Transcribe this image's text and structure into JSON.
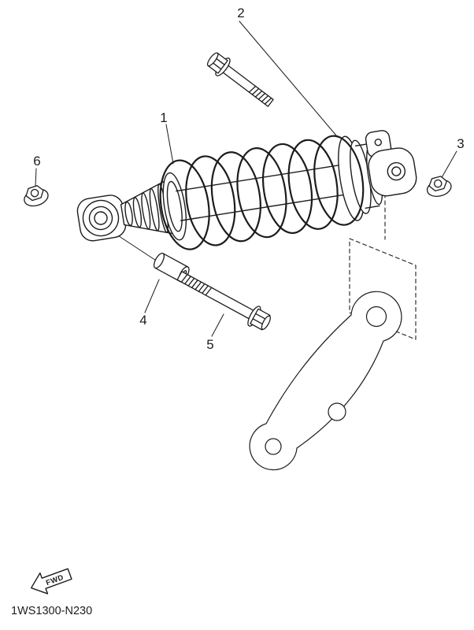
{
  "theme": {
    "bg": "#ffffff",
    "line": "#1c1c1c"
  },
  "diagram": {
    "part_number": "1WS1300-N230",
    "fwd_label": "FWD",
    "callouts": [
      "1",
      "2",
      "3",
      "4",
      "5",
      "6"
    ]
  }
}
